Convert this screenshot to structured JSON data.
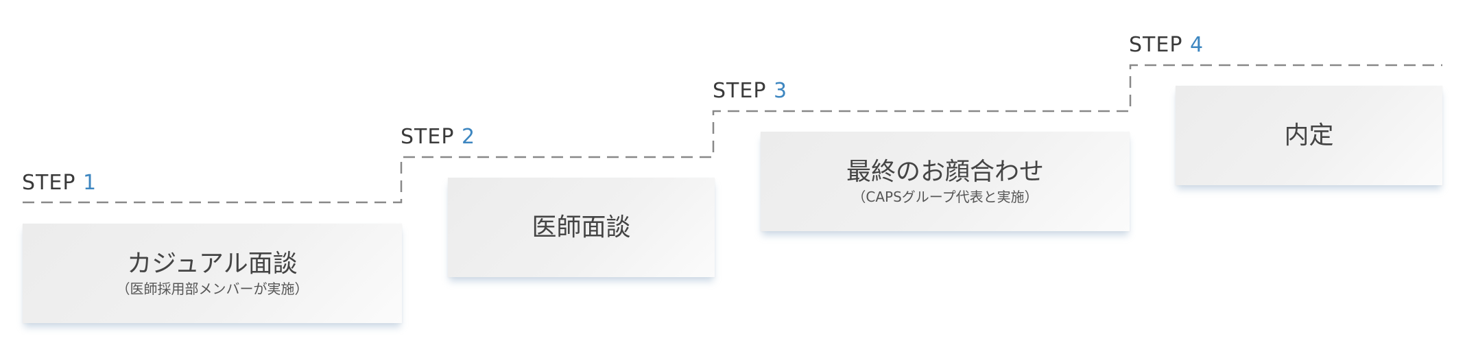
{
  "colors": {
    "label_text": "#3a3a3a",
    "step_number": "#3d86c0",
    "box_title": "#444444",
    "box_subtitle": "#555555",
    "dash_line": "#888888"
  },
  "steps": [
    {
      "prefix": "STEP",
      "number": "1",
      "title": "カジュアル面談",
      "subtitle": "（医師採用部メンバーが実施）"
    },
    {
      "prefix": "STEP",
      "number": "2",
      "title": "医師面談",
      "subtitle": ""
    },
    {
      "prefix": "STEP",
      "number": "3",
      "title": "最終のお顔合わせ",
      "subtitle": "（CAPSグループ代表と実施）"
    },
    {
      "prefix": "STEP",
      "number": "4",
      "title": "内定",
      "subtitle": ""
    }
  ]
}
